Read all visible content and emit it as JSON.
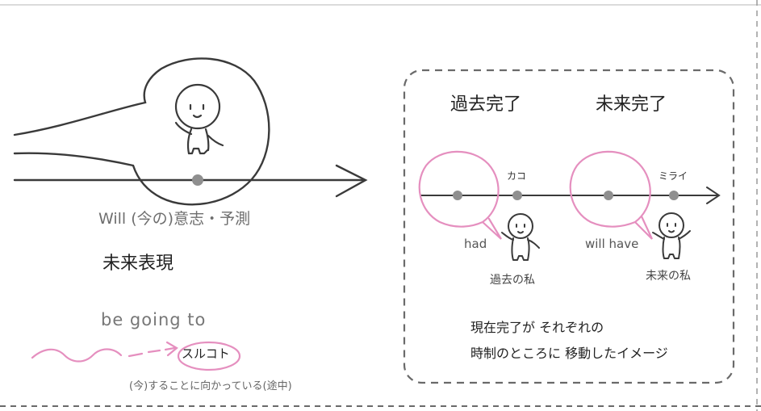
{
  "colors": {
    "ink": "#3a3a3a",
    "pink": "#e58fbf",
    "dot": "#8f8f8f",
    "dash": "#6a6a6a"
  },
  "left": {
    "will_label": "Will (今の)意志・予測",
    "future_expression": "未来表現",
    "be_going_to": "be going to",
    "surukoto": "スルコト",
    "now_doing": "(今)することに向かっている(途中)"
  },
  "right": {
    "past_perfect": "過去完了",
    "future_perfect": "未来完了",
    "kako": "カコ",
    "mirai": "ミライ",
    "had": "had",
    "will_have": "will have",
    "past_me": "過去の私",
    "future_me": "未来の私",
    "note_line1": "現在完了が それぞれの",
    "note_line2": "時制のところに 移動したイメージ"
  }
}
